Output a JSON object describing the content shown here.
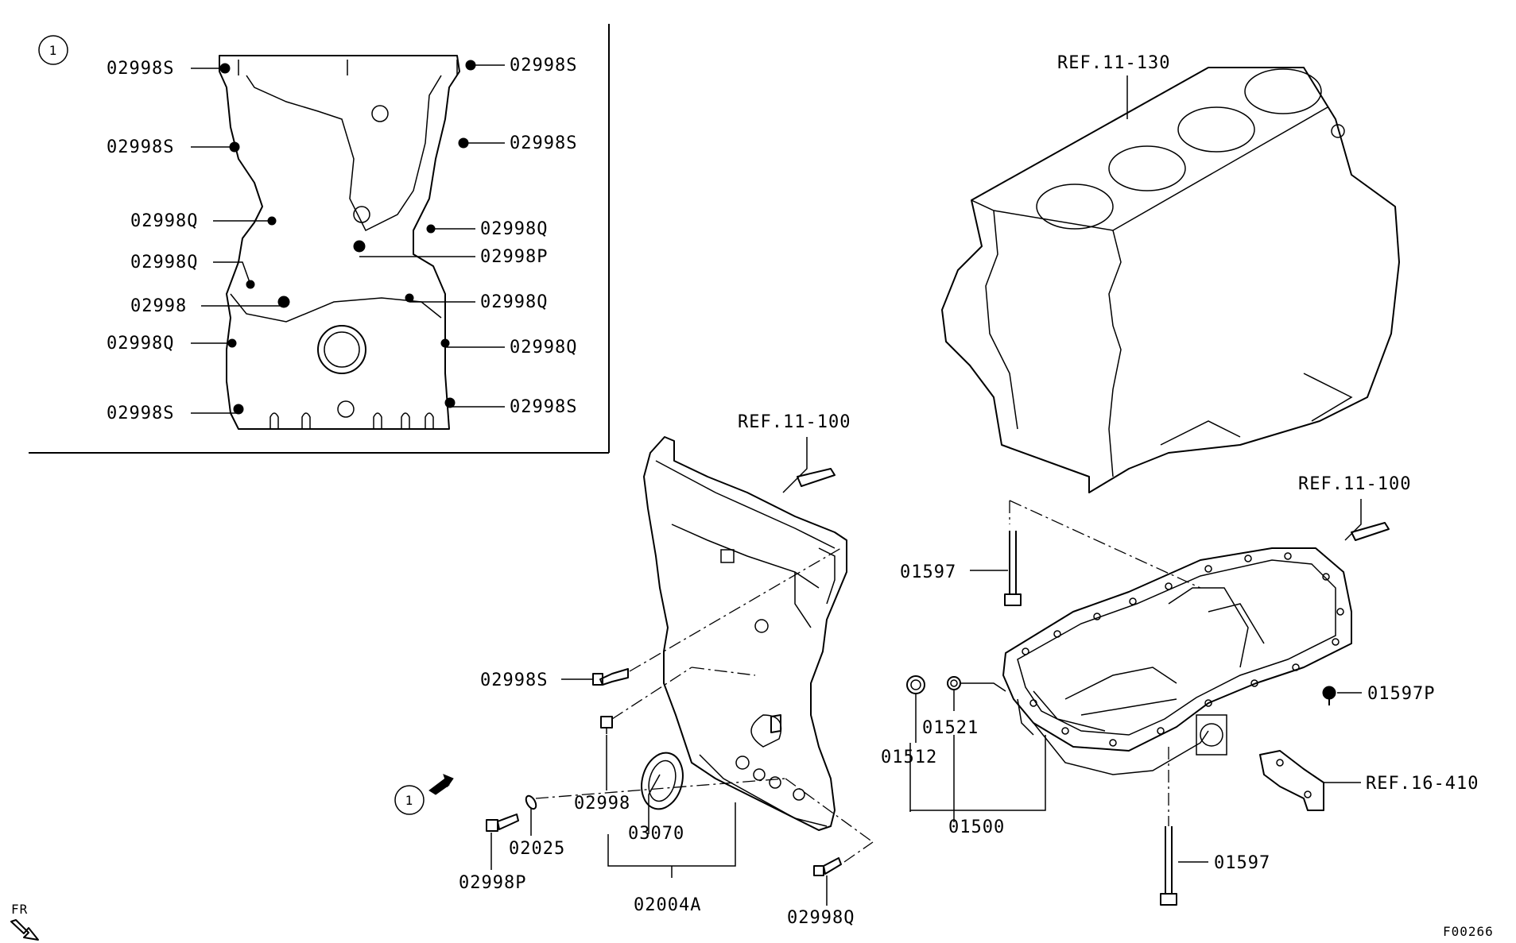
{
  "diagram": {
    "callout_marker": "1",
    "direction_label": "FR",
    "figure_code": "F00266",
    "inset": {
      "labels": {
        "tl1": "02998S",
        "tr1": "02998S",
        "tl2": "02998S",
        "tr2": "02998S",
        "l3": "02998Q",
        "r3": "02998Q",
        "l4": "02998Q",
        "r4": "02998P",
        "l5": "02998",
        "r5": "02998Q",
        "l6": "02998Q",
        "r6": "02998Q",
        "bl": "02998S",
        "br": "02998S"
      }
    },
    "main": {
      "labels": {
        "ref_block": "REF.11-130",
        "ref_cover": "REF.11-100",
        "ref_pan": "REF.11-100",
        "ref_bracket": "REF.16-410",
        "bolt_02998s": "02998S",
        "bolt_02998": "02998",
        "oil_seal": "03070",
        "cover_assy": "02004A",
        "bolt_02998q": "02998Q",
        "bolt_02998p": "02998P",
        "pin_02025": "02025",
        "pan_bolt_top": "01597",
        "pan_bolt_bottom": "01597",
        "pan_bolt_p": "01597P",
        "drain_plug": "01512",
        "gasket": "01521",
        "oil_pan": "01500"
      }
    }
  }
}
